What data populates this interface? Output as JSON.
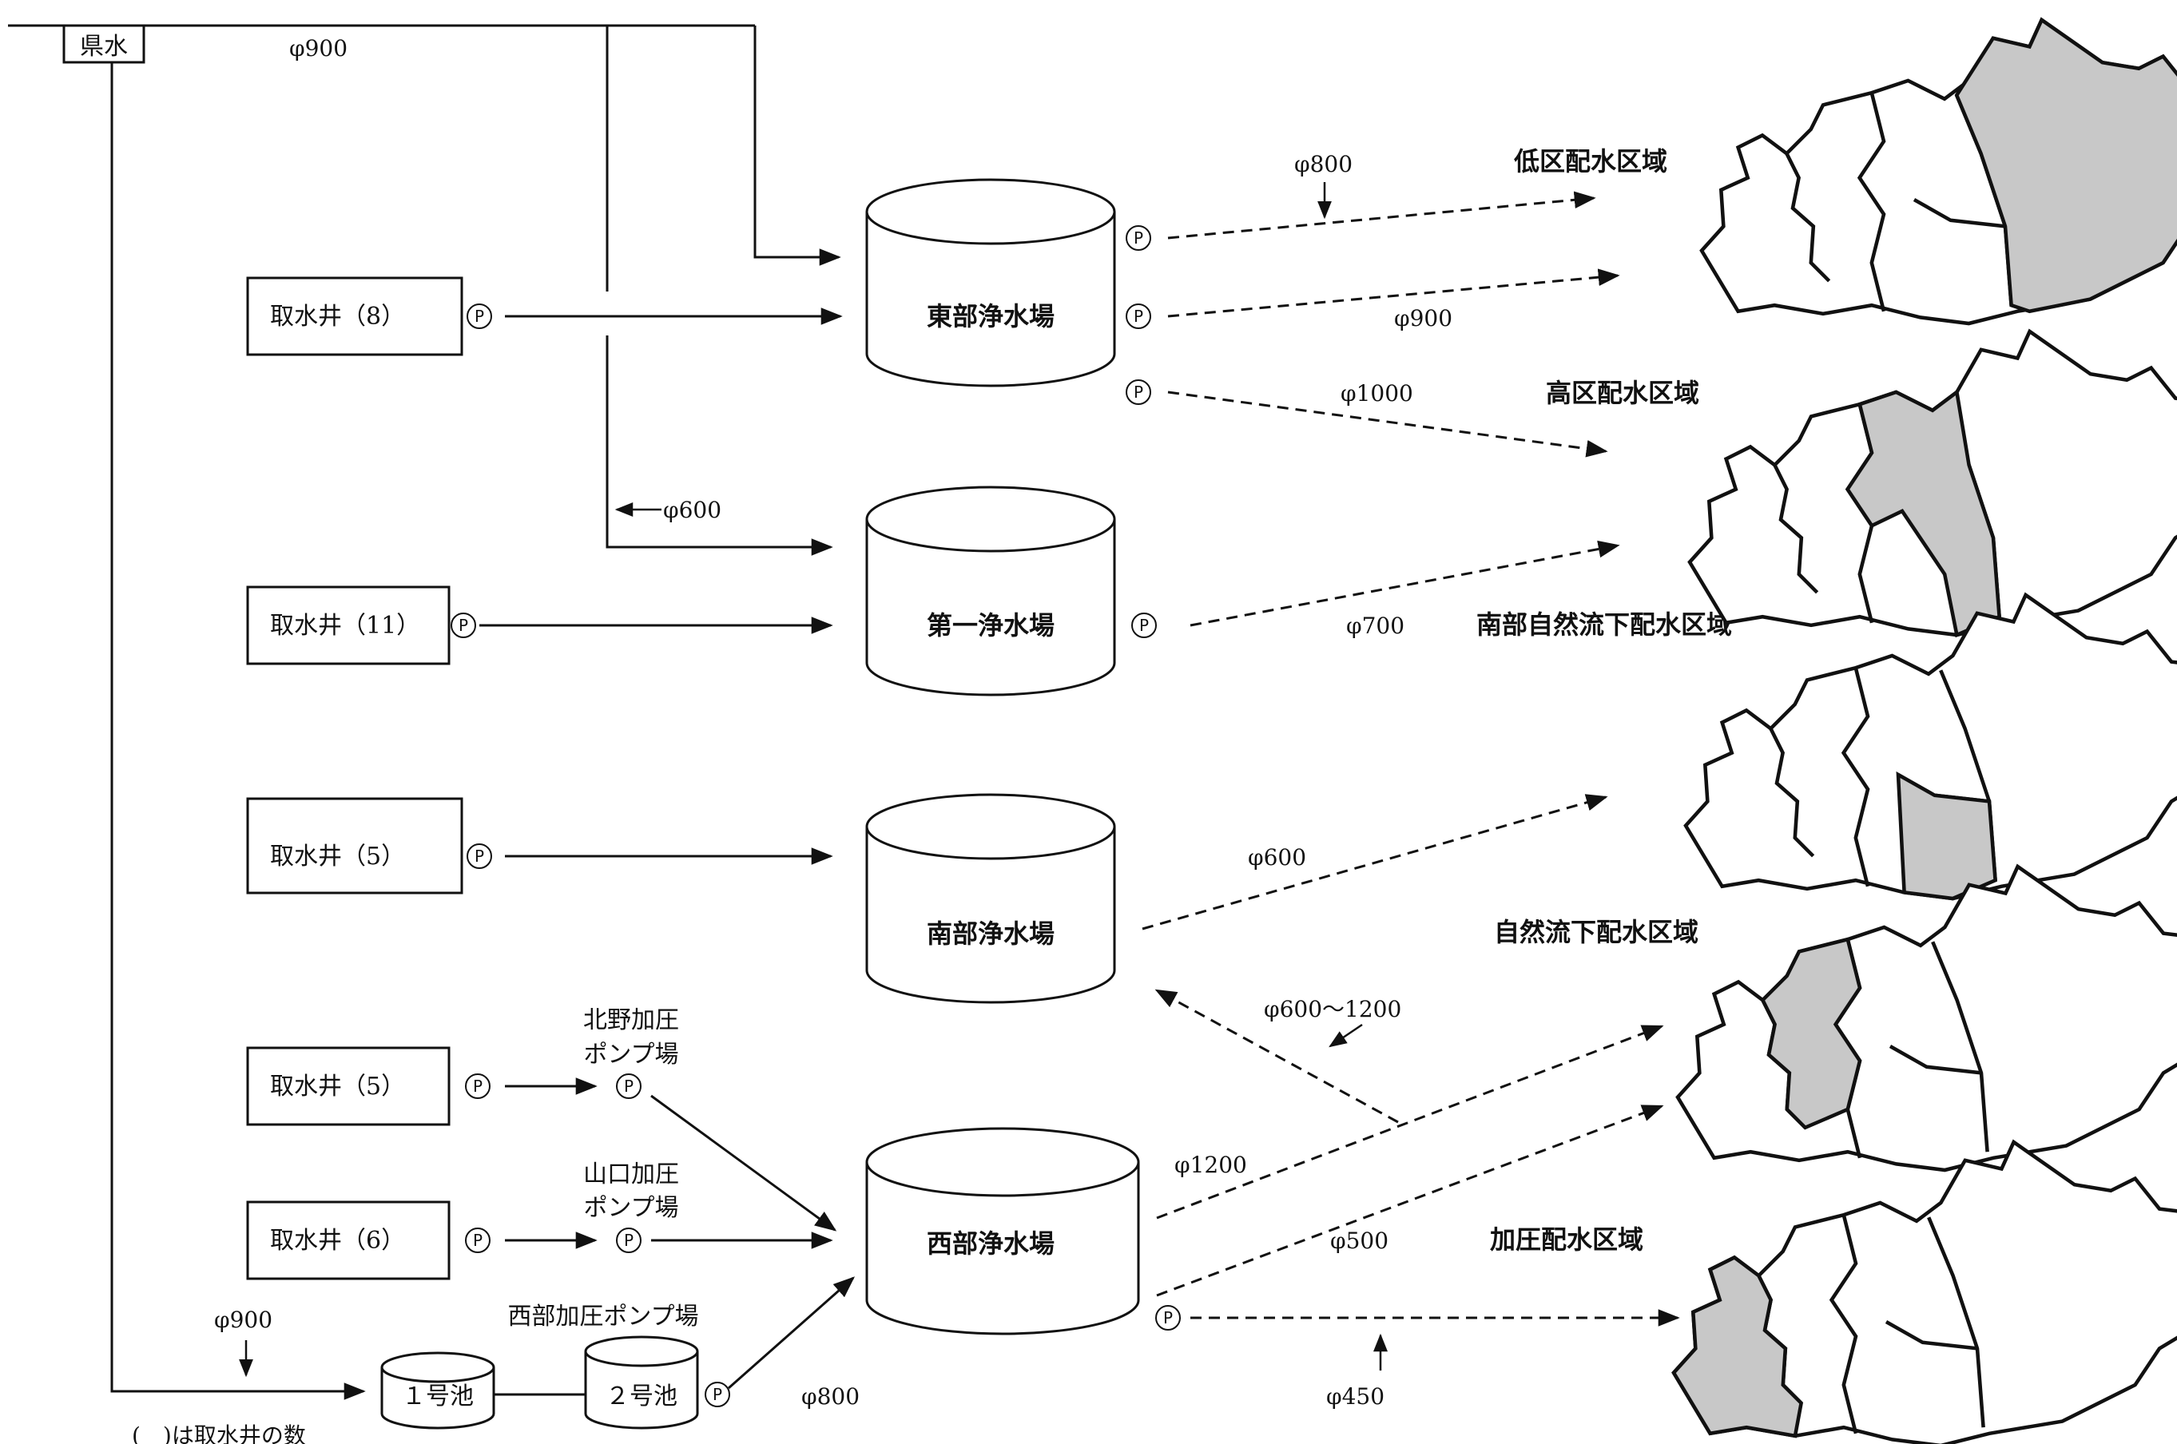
{
  "source": {
    "name": "県水"
  },
  "wells": [
    {
      "id": "w8",
      "label": "取水井（8）"
    },
    {
      "id": "w11",
      "label": "取水井（11）"
    },
    {
      "id": "w5a",
      "label": "取水井（5）"
    },
    {
      "id": "w5b",
      "label": "取水井（5）"
    },
    {
      "id": "w6",
      "label": "取水井（6）"
    }
  ],
  "plants": {
    "east": "東部浄水場",
    "first": "第一浄水場",
    "south": "南部浄水場",
    "west": "西部浄水場"
  },
  "ponds": {
    "pond1": "１号池",
    "pond2": "２号池"
  },
  "pump_stations": {
    "kitano": "北野加圧\nポンプ場",
    "yamaguchi": "山口加圧\nポンプ場",
    "west": "西部加圧ポンプ場"
  },
  "pump_symbol": "P",
  "pipes": {
    "p_source": "φ900",
    "p600_branch": "φ600",
    "p900_pond": "φ900",
    "p800_pond": "φ800",
    "east_low": "φ800",
    "east_mid": "φ900",
    "east_high": "φ1000",
    "first_out": "φ700",
    "south_out": "φ600",
    "west_south": "φ600〜1200",
    "west_1200": "φ1200",
    "west_500": "φ500",
    "west_450": "φ450"
  },
  "zones": [
    {
      "id": "z1",
      "label": "低区配水区域"
    },
    {
      "id": "z2",
      "label": "高区配水区域"
    },
    {
      "id": "z3",
      "label": "南部自然流下配水区域"
    },
    {
      "id": "z4",
      "label": "自然流下配水区域"
    },
    {
      "id": "z5",
      "label": "加圧配水区域"
    }
  ],
  "note": "(　)は取水井の数",
  "colors": {
    "line": "#111111",
    "shade": "#c8c8c8"
  }
}
